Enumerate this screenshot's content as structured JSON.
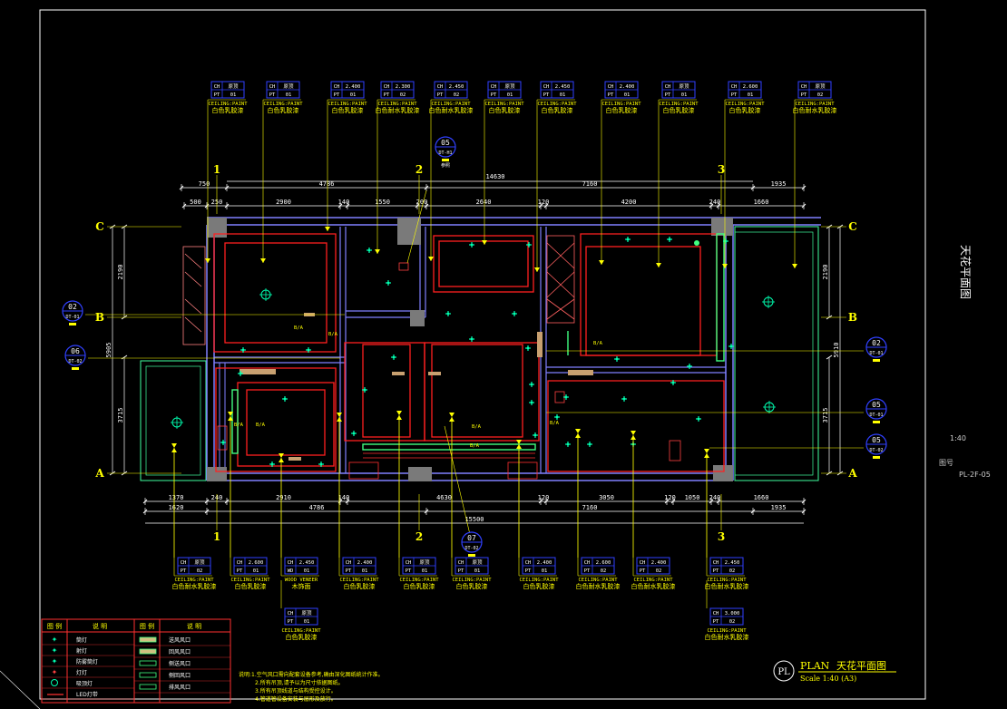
{
  "title_block": {
    "vertical_title": "天花平面图",
    "scale_right": "1:40",
    "drawing_no_label": "图号",
    "drawing_no": "PL-2F-05",
    "plan_symbol": "PL",
    "plan_title_en": "PLAN",
    "plan_title_cn": "天花平面图",
    "plan_scale": "Scale 1:40 (A3)"
  },
  "grid": {
    "columns": [
      "1",
      "2",
      "3"
    ],
    "rows": [
      "C",
      "B",
      "A"
    ]
  },
  "dimensions": {
    "top_row1": [
      "750",
      "4786",
      "14630",
      "7160",
      "1935"
    ],
    "top_row2": [
      "500",
      "250",
      "2900",
      "140",
      "1550",
      "200",
      "2640",
      "120",
      "4200",
      "240",
      "1660"
    ],
    "bottom_row1": [
      "1370",
      "240",
      "2910",
      "140",
      "4630",
      "120",
      "3050",
      "120",
      "1050",
      "240",
      "1660"
    ],
    "bottom_row2": [
      "1620",
      "4786",
      "7160",
      "1935"
    ],
    "bottom_total": "15500",
    "left": [
      "2190",
      "5905",
      "3715"
    ],
    "right": [
      "2190",
      "5910",
      "3715"
    ]
  },
  "section_marks": [
    {
      "num": "05",
      "sub": "DT-H1",
      "note": "参照"
    },
    {
      "num": "07",
      "sub": "DT-02",
      "note": ""
    },
    {
      "num": "02",
      "sub": "DT-01",
      "note": ""
    },
    {
      "num": "06",
      "sub": "DT-02",
      "note": ""
    },
    {
      "num": "02",
      "sub": "DT-01",
      "note": ""
    },
    {
      "num": "05",
      "sub": "DT-01",
      "note": ""
    },
    {
      "num": "05",
      "sub": "DT-02",
      "note": ""
    }
  ],
  "tags_top": [
    {
      "ch": "CH",
      "h": "原顶",
      "code": "PT",
      "n": "01",
      "label": "CEILING:PAINT",
      "cn": "白色乳胶漆"
    },
    {
      "ch": "CH",
      "h": "原顶",
      "code": "PT",
      "n": "01",
      "label": "CEILING:PAINT",
      "cn": "白色乳胶漆"
    },
    {
      "ch": "CH",
      "h": "2.400",
      "code": "PT",
      "n": "01",
      "label": "CEILING:PAINT",
      "cn": "白色乳胶漆"
    },
    {
      "ch": "CH",
      "h": "2.300",
      "code": "PT",
      "n": "02",
      "label": "CEILING:PAINT",
      "cn": "白色耐水乳胶漆"
    },
    {
      "ch": "CH",
      "h": "2.450",
      "code": "PT",
      "n": "02",
      "label": "CEILING:PAINT",
      "cn": "白色耐水乳胶漆"
    },
    {
      "ch": "CH",
      "h": "原顶",
      "code": "PT",
      "n": "01",
      "label": "CEILING:PAINT",
      "cn": "白色乳胶漆"
    },
    {
      "ch": "CH",
      "h": "2.450",
      "code": "PT",
      "n": "01",
      "label": "CEILING:PAINT",
      "cn": "白色乳胶漆"
    },
    {
      "ch": "CH",
      "h": "2.400",
      "code": "PT",
      "n": "01",
      "label": "CEILING:PAINT",
      "cn": "白色乳胶漆"
    },
    {
      "ch": "CH",
      "h": "原顶",
      "code": "PT",
      "n": "01",
      "label": "CEILING:PAINT",
      "cn": "白色乳胶漆"
    },
    {
      "ch": "CH",
      "h": "2.600",
      "code": "PT",
      "n": "01",
      "label": "CEILING:PAINT",
      "cn": "白色乳胶漆"
    },
    {
      "ch": "CH",
      "h": "原顶",
      "code": "PT",
      "n": "02",
      "label": "CEILING:PAINT",
      "cn": "白色耐水乳胶漆"
    }
  ],
  "tags_bottom": [
    {
      "ch": "CH",
      "h": "原顶",
      "code": "PT",
      "n": "02",
      "label": "CEILING:PAINT",
      "cn": "白色耐水乳胶漆"
    },
    {
      "ch": "CH",
      "h": "2.600",
      "code": "PT",
      "n": "01",
      "label": "CEILING:PAINT",
      "cn": "白色乳胶漆"
    },
    {
      "ch": "CH",
      "h": "2.450",
      "code": "WD",
      "n": "01",
      "label": "WOOD VENEER",
      "cn": "木饰面"
    },
    {
      "ch": "CH",
      "h": "2.400",
      "code": "PT",
      "n": "01",
      "label": "CEILING:PAINT",
      "cn": "白色乳胶漆"
    },
    {
      "ch": "CH",
      "h": "原顶",
      "code": "PT",
      "n": "01",
      "label": "CEILING:PAINT",
      "cn": "白色乳胶漆"
    },
    {
      "ch": "CH",
      "h": "原顶",
      "code": "PT",
      "n": "01",
      "label": "CEILING:PAINT",
      "cn": "白色乳胶漆"
    },
    {
      "ch": "CH",
      "h": "2.400",
      "code": "PT",
      "n": "01",
      "label": "CEILING:PAINT",
      "cn": "白色乳胶漆"
    },
    {
      "ch": "CH",
      "h": "2.600",
      "code": "PT",
      "n": "02",
      "label": "CEILING:PAINT",
      "cn": "白色耐水乳胶漆"
    },
    {
      "ch": "CH",
      "h": "2.400",
      "code": "PT",
      "n": "02",
      "label": "CEILING:PAINT",
      "cn": "白色耐水乳胶漆"
    },
    {
      "ch": "CH",
      "h": "2.450",
      "code": "PT",
      "n": "02",
      "label": "CEILING:PAINT",
      "cn": "白色耐水乳胶漆"
    }
  ],
  "tag_extra": {
    "ch": "CH",
    "h": "原顶",
    "code": "PT",
    "n": "01",
    "label": "CEILING:PAINT",
    "cn": "白色乳胶漆"
  },
  "tag_extra2": {
    "ch": "CH",
    "h": "3.000",
    "code": "PT",
    "n": "02",
    "label": "CEILING:PAINT",
    "cn": "白色耐水乳胶漆"
  },
  "legend": {
    "col_headers": [
      "图 例",
      "说 明",
      "图 例",
      "说 明"
    ],
    "left_items": [
      "筒灯",
      "射灯",
      "防雾筒灯",
      "灯灯",
      "吸顶灯",
      "LED灯带"
    ],
    "right_items": [
      "送风风口",
      "回风风口",
      "侧送风口",
      "侧回风口",
      "排风风口"
    ]
  },
  "notes": [
    "说明:1.空气风口需向配套设备参考,确由深化图纸统计作准。",
    "2.所有吊顶,请予以为尺寸依据图纸。",
    "3.所有吊顶线道与结构受控设计。",
    "4.管道管设备安装与层形及放行。"
  ],
  "room_labels": [
    "B/A",
    "B/A",
    "B/A",
    "B/A",
    "B/A",
    "B/A",
    "B/A",
    "B/A"
  ],
  "colors": {
    "background": "#000000",
    "wall": "#8080ff",
    "ceiling_red": "#ff2020",
    "annotation_yellow": "#ffff00",
    "tag_blue": "#3040ff",
    "light_cyan": "#00ffb0",
    "green_wall": "#40ff80",
    "white": "#ffffff"
  }
}
